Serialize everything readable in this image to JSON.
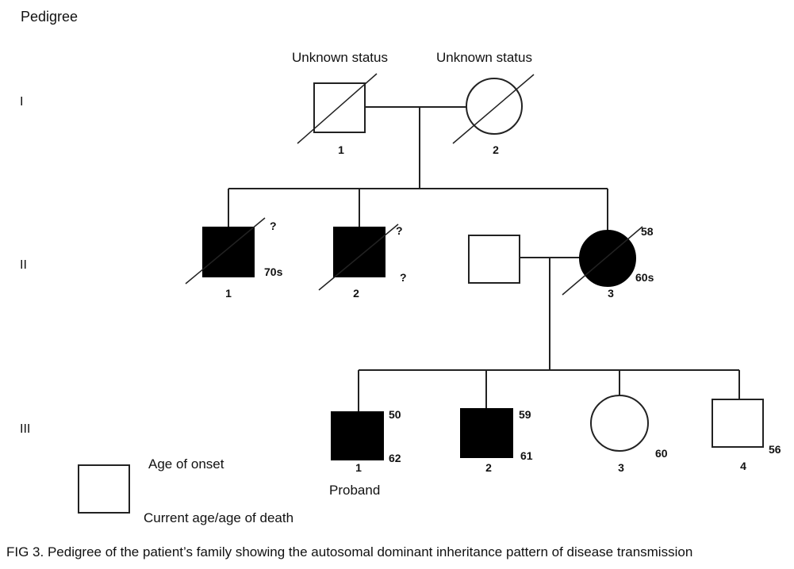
{
  "figure": {
    "title": "Pedigree",
    "caption": "FIG 3.  Pedigree of the patient’s family showing the autosomal dominant inheritance pattern of disease transmission"
  },
  "generations": [
    "I",
    "II",
    "III"
  ],
  "individuals": {
    "I1": {
      "number": "1",
      "sex": "male",
      "affected": false,
      "deceased": true,
      "status_label": "Unknown status"
    },
    "I2": {
      "number": "2",
      "sex": "female",
      "affected": false,
      "deceased": true,
      "status_label": "Unknown status"
    },
    "II1": {
      "number": "1",
      "sex": "male",
      "affected": true,
      "deceased": true,
      "onset": "?",
      "age": "70s"
    },
    "II2": {
      "number": "2",
      "sex": "male",
      "affected": true,
      "deceased": true,
      "onset": "?",
      "age": "?"
    },
    "II_spouse": {
      "sex": "male",
      "affected": false,
      "deceased": false
    },
    "II3": {
      "number": "3",
      "sex": "female",
      "affected": true,
      "deceased": true,
      "onset": "58",
      "age": "60s"
    },
    "III1": {
      "number": "1",
      "sex": "male",
      "affected": true,
      "deceased": false,
      "onset": "50",
      "age": "62",
      "label": "Proband"
    },
    "III2": {
      "number": "2",
      "sex": "male",
      "affected": true,
      "deceased": false,
      "onset": "59",
      "age": "61"
    },
    "III3": {
      "number": "3",
      "sex": "female",
      "affected": false,
      "deceased": false,
      "age": "60"
    },
    "III4": {
      "number": "4",
      "sex": "male",
      "affected": false,
      "deceased": false,
      "age": "56"
    }
  },
  "legend": {
    "top_label": "Age of onset",
    "bottom_label": "Current age/age of death"
  }
}
